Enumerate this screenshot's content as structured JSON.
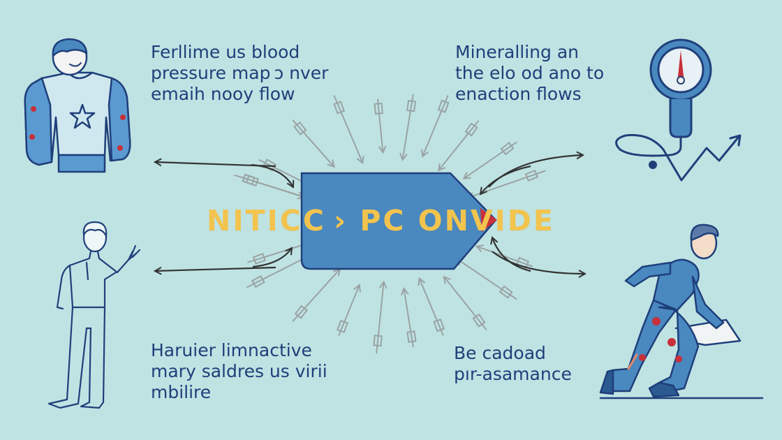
{
  "center_label": "NITICC › PC ONVIDE",
  "captions": {
    "top_left": [
      "Ferllime us blood",
      "pressure map ɔ nver",
      "emaih nooy flow"
    ],
    "top_right": [
      "Mineralling an",
      "the elo od ano to",
      "enaction flows"
    ],
    "bottom_left": [
      "Haruier limnactive",
      "mary saldres us virii",
      "mbilire"
    ],
    "bottom_right": [
      "Be cadoad",
      "pır-asamance"
    ]
  },
  "icons": {
    "top_left": "person-star-shirt-icon",
    "bottom_left": "person-waving-icon",
    "top_right": "pressure-gauge-trend-arrow-icon",
    "bottom_right": "running-person-icon"
  },
  "colors": {
    "background": "#bfe3e3",
    "ink": "#1f3f7a",
    "body_blue": "#4a8ac0",
    "accent_red": "#c8303a",
    "title_yellow": "#f2c44e",
    "arrow_gray": "#9aa3a3",
    "arrow_dark": "#333333"
  }
}
